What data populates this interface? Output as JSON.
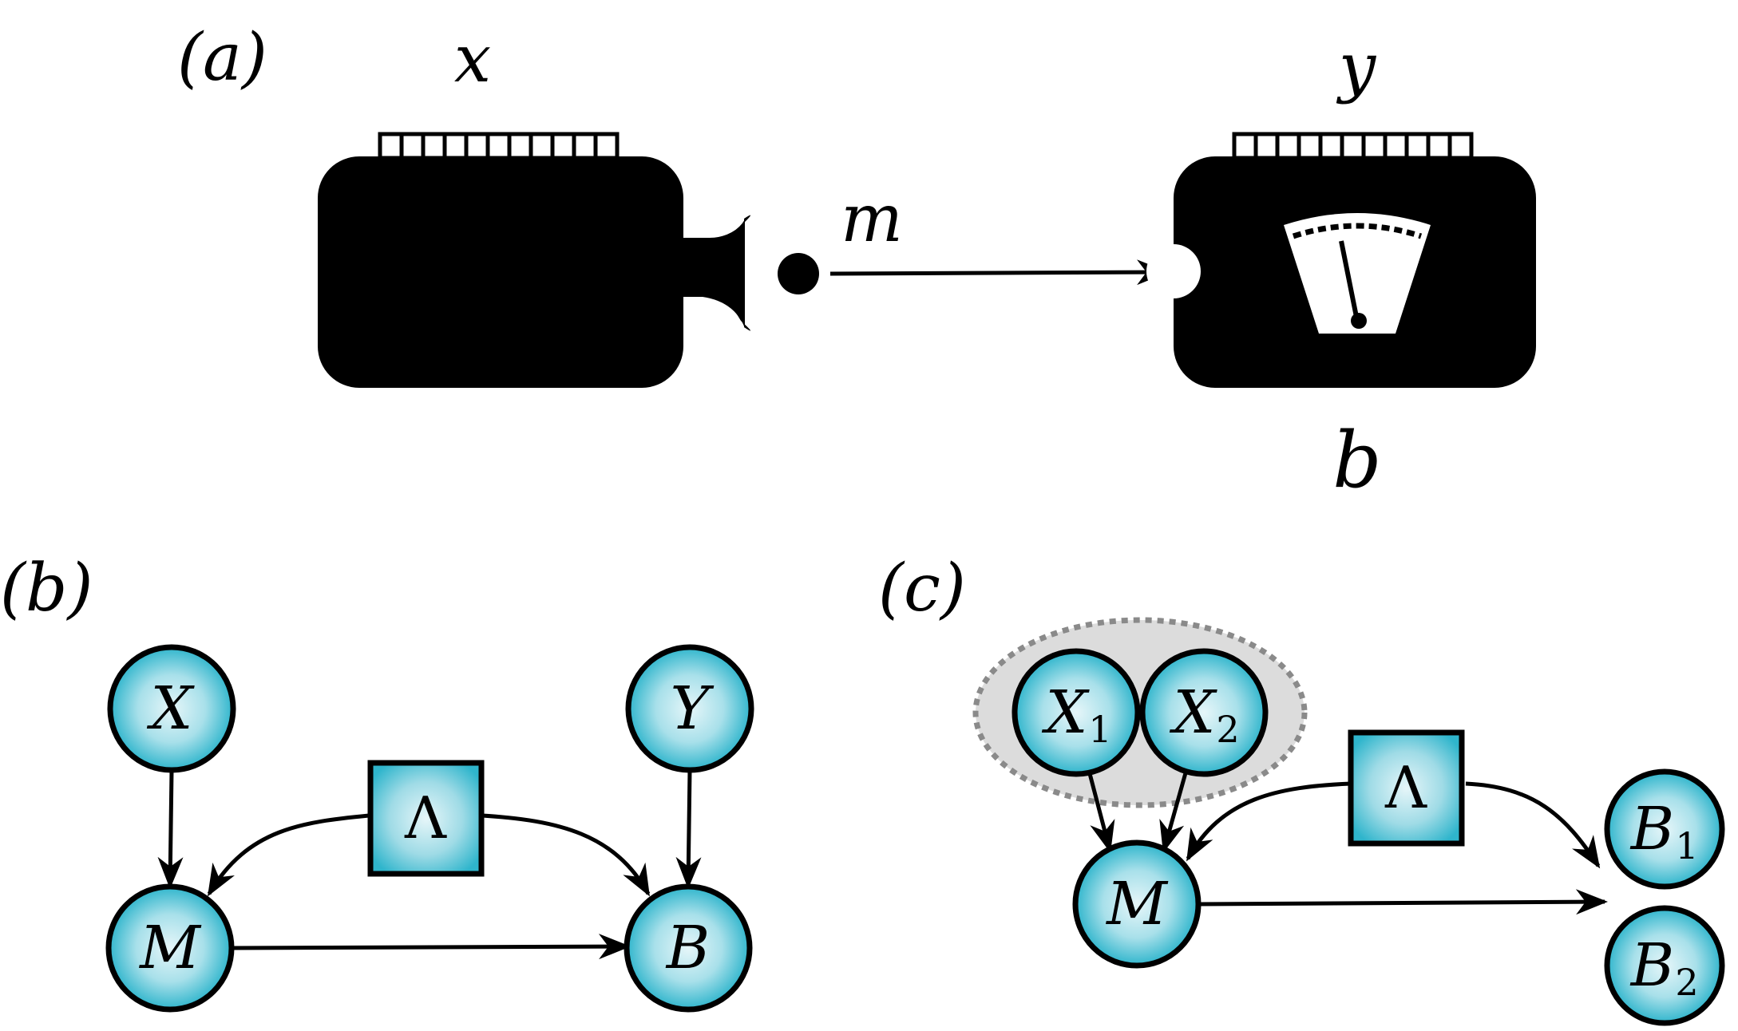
{
  "panels": {
    "a": {
      "label": "(a)",
      "var_x": "x",
      "var_y": "y",
      "var_m": "m",
      "var_b": "b"
    },
    "b": {
      "label": "(b)",
      "X": "X",
      "Y": "Y",
      "M": "M",
      "B": "B",
      "Lambda": "Λ"
    },
    "c": {
      "label": "(c)",
      "X": "X",
      "X1_sub": "1",
      "X2_sub": "2",
      "M": "M",
      "B": "B",
      "B1_sub": "1",
      "B2_sub": "2",
      "Lambda": "Λ"
    }
  },
  "colors": {
    "node_center": "#e6f6f9",
    "node_edge": "#2fb5cc",
    "box": "#000000",
    "group_fill": "#dcdcdc",
    "group_border": "#8a8a8a"
  },
  "icons": [
    "sender-device-icon",
    "speaker-icon",
    "receiver-device-icon",
    "meter-icon"
  ]
}
